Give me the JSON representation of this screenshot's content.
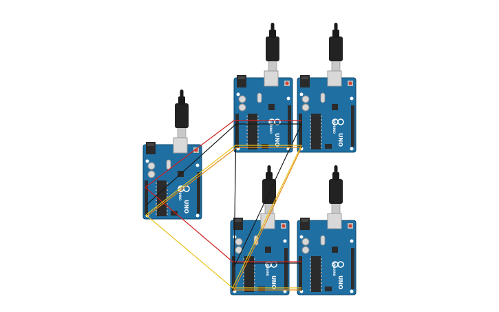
{
  "diagram": {
    "boards": [
      {
        "id": "board-left",
        "label": "UNO",
        "brand": "ARDUINO",
        "cable": "usb"
      },
      {
        "id": "board-top-mid",
        "label": "UNO",
        "brand": "ARDUINO",
        "cable": "usb"
      },
      {
        "id": "board-top-right",
        "label": "UNO",
        "brand": "ARDUINO",
        "cable": "usb"
      },
      {
        "id": "board-bottom-mid",
        "label": "UNO",
        "brand": "ARDUINO",
        "cable": "usb"
      },
      {
        "id": "board-bottom-right",
        "label": "UNO",
        "brand": "ARDUINO",
        "cable": "usb"
      }
    ],
    "colors": {
      "board": "#1f6fa3",
      "board_dark": "#175a86",
      "pcb_edge": "#0f4a6e",
      "chip": "#2b2b2b",
      "header": "#2d2d2d",
      "usb_metal": "#c8c8c8",
      "cable": "#222222",
      "wire_red": "#d32020",
      "wire_black": "#1a1a1a",
      "wire_yellow": "#e8c21a",
      "wire_orange": "#e88a14",
      "reset": "#d94030"
    }
  }
}
